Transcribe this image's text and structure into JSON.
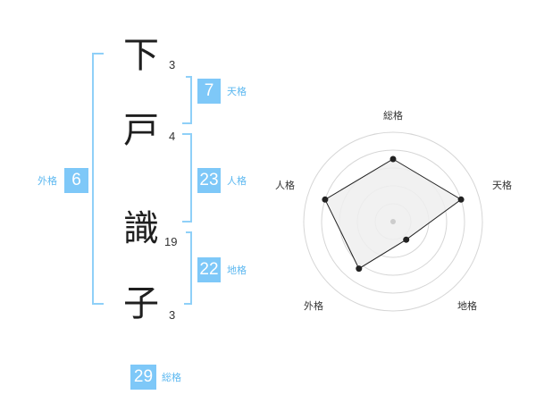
{
  "name": {
    "chars": [
      {
        "char": "下",
        "strokes": "3"
      },
      {
        "char": "戸",
        "strokes": "4"
      },
      {
        "char": "識",
        "strokes": "19"
      },
      {
        "char": "子",
        "strokes": "3"
      }
    ]
  },
  "kaku": {
    "tenkaku": {
      "value": "7",
      "label": "天格"
    },
    "jinkaku": {
      "value": "23",
      "label": "人格"
    },
    "chikaku": {
      "value": "22",
      "label": "地格"
    },
    "gaikaku": {
      "value": "6",
      "label": "外格"
    },
    "soukaku": {
      "value": "29",
      "label": "総格"
    }
  },
  "radar": {
    "axis_labels": {
      "soukaku": "総格",
      "tenkaku": "天格",
      "chikaku": "地格",
      "gaikaku": "外格",
      "jinkaku": "人格"
    }
  },
  "colors": {
    "accent": "#7ec8f8",
    "label_accent": "#5cb8f0",
    "bracket": "#8fd0f8",
    "radar_fill": "#efefef",
    "radar_ring": "#d6d6d6"
  },
  "chart_data": {
    "type": "radar",
    "axes": [
      "総格",
      "天格",
      "地格",
      "外格",
      "人格"
    ],
    "values": [
      0.7,
      0.8,
      0.25,
      0.65,
      0.8
    ],
    "range": [
      0,
      1
    ]
  }
}
